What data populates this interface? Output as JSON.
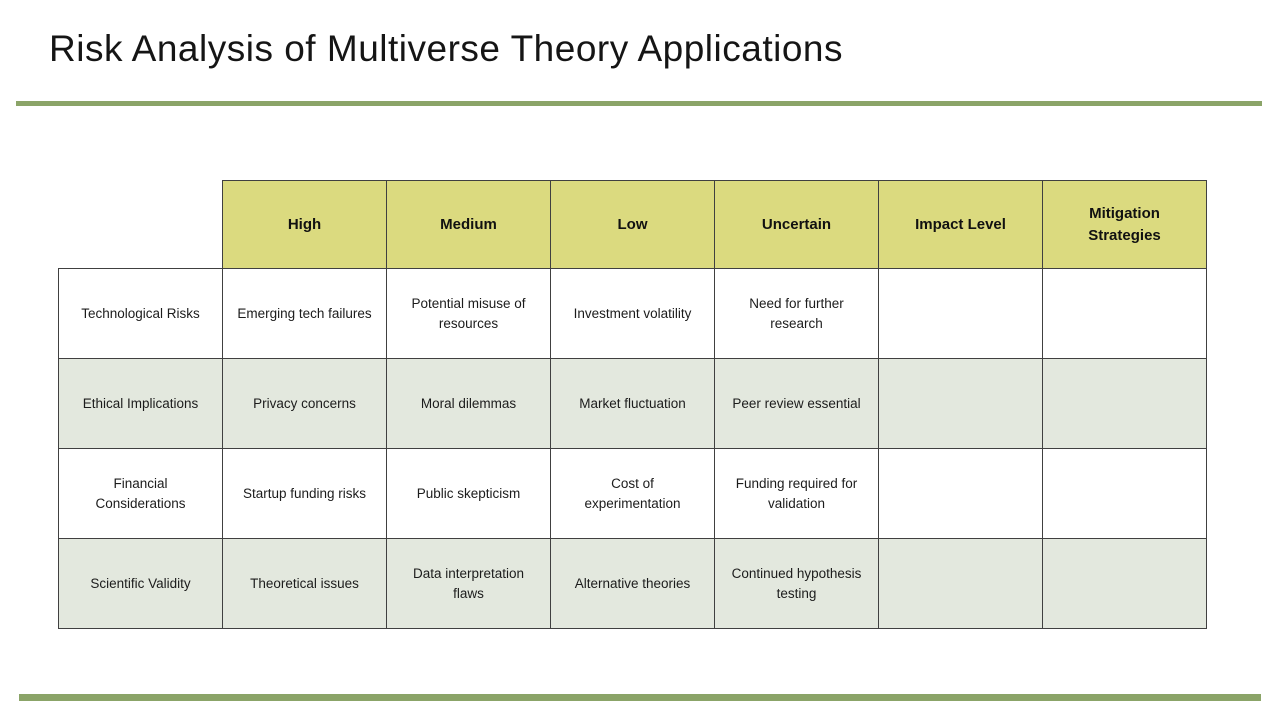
{
  "slide": {
    "title": "Risk Analysis of Multiverse Theory Applications",
    "accent_color": "#8ba468"
  },
  "table": {
    "columns": [
      "High",
      "Medium",
      "Low",
      "Uncertain",
      "Impact Level",
      "Mitigation Strategies"
    ],
    "rows": [
      {
        "label": "Technological Risks",
        "cells": [
          "Emerging tech failures",
          "Potential misuse of resources",
          "Investment volatility",
          "Need for further research",
          "",
          ""
        ]
      },
      {
        "label": "Ethical Implications",
        "cells": [
          "Privacy concerns",
          "Moral dilemmas",
          "Market fluctuation",
          "Peer review essential",
          "",
          ""
        ]
      },
      {
        "label": "Financial Considerations",
        "cells": [
          "Startup funding risks",
          "Public skepticism",
          "Cost of experimentation",
          "Funding required for validation",
          "",
          ""
        ]
      },
      {
        "label": "Scientific Validity",
        "cells": [
          "Theoretical issues",
          "Data interpretation flaws",
          "Alternative theories",
          "Continued hypothesis testing",
          "",
          ""
        ]
      }
    ],
    "colors": {
      "header_bg": "#dbda7f",
      "alt_row_bg": "#e3e8de",
      "row_bg": "#ffffff",
      "border": "#404040"
    }
  }
}
